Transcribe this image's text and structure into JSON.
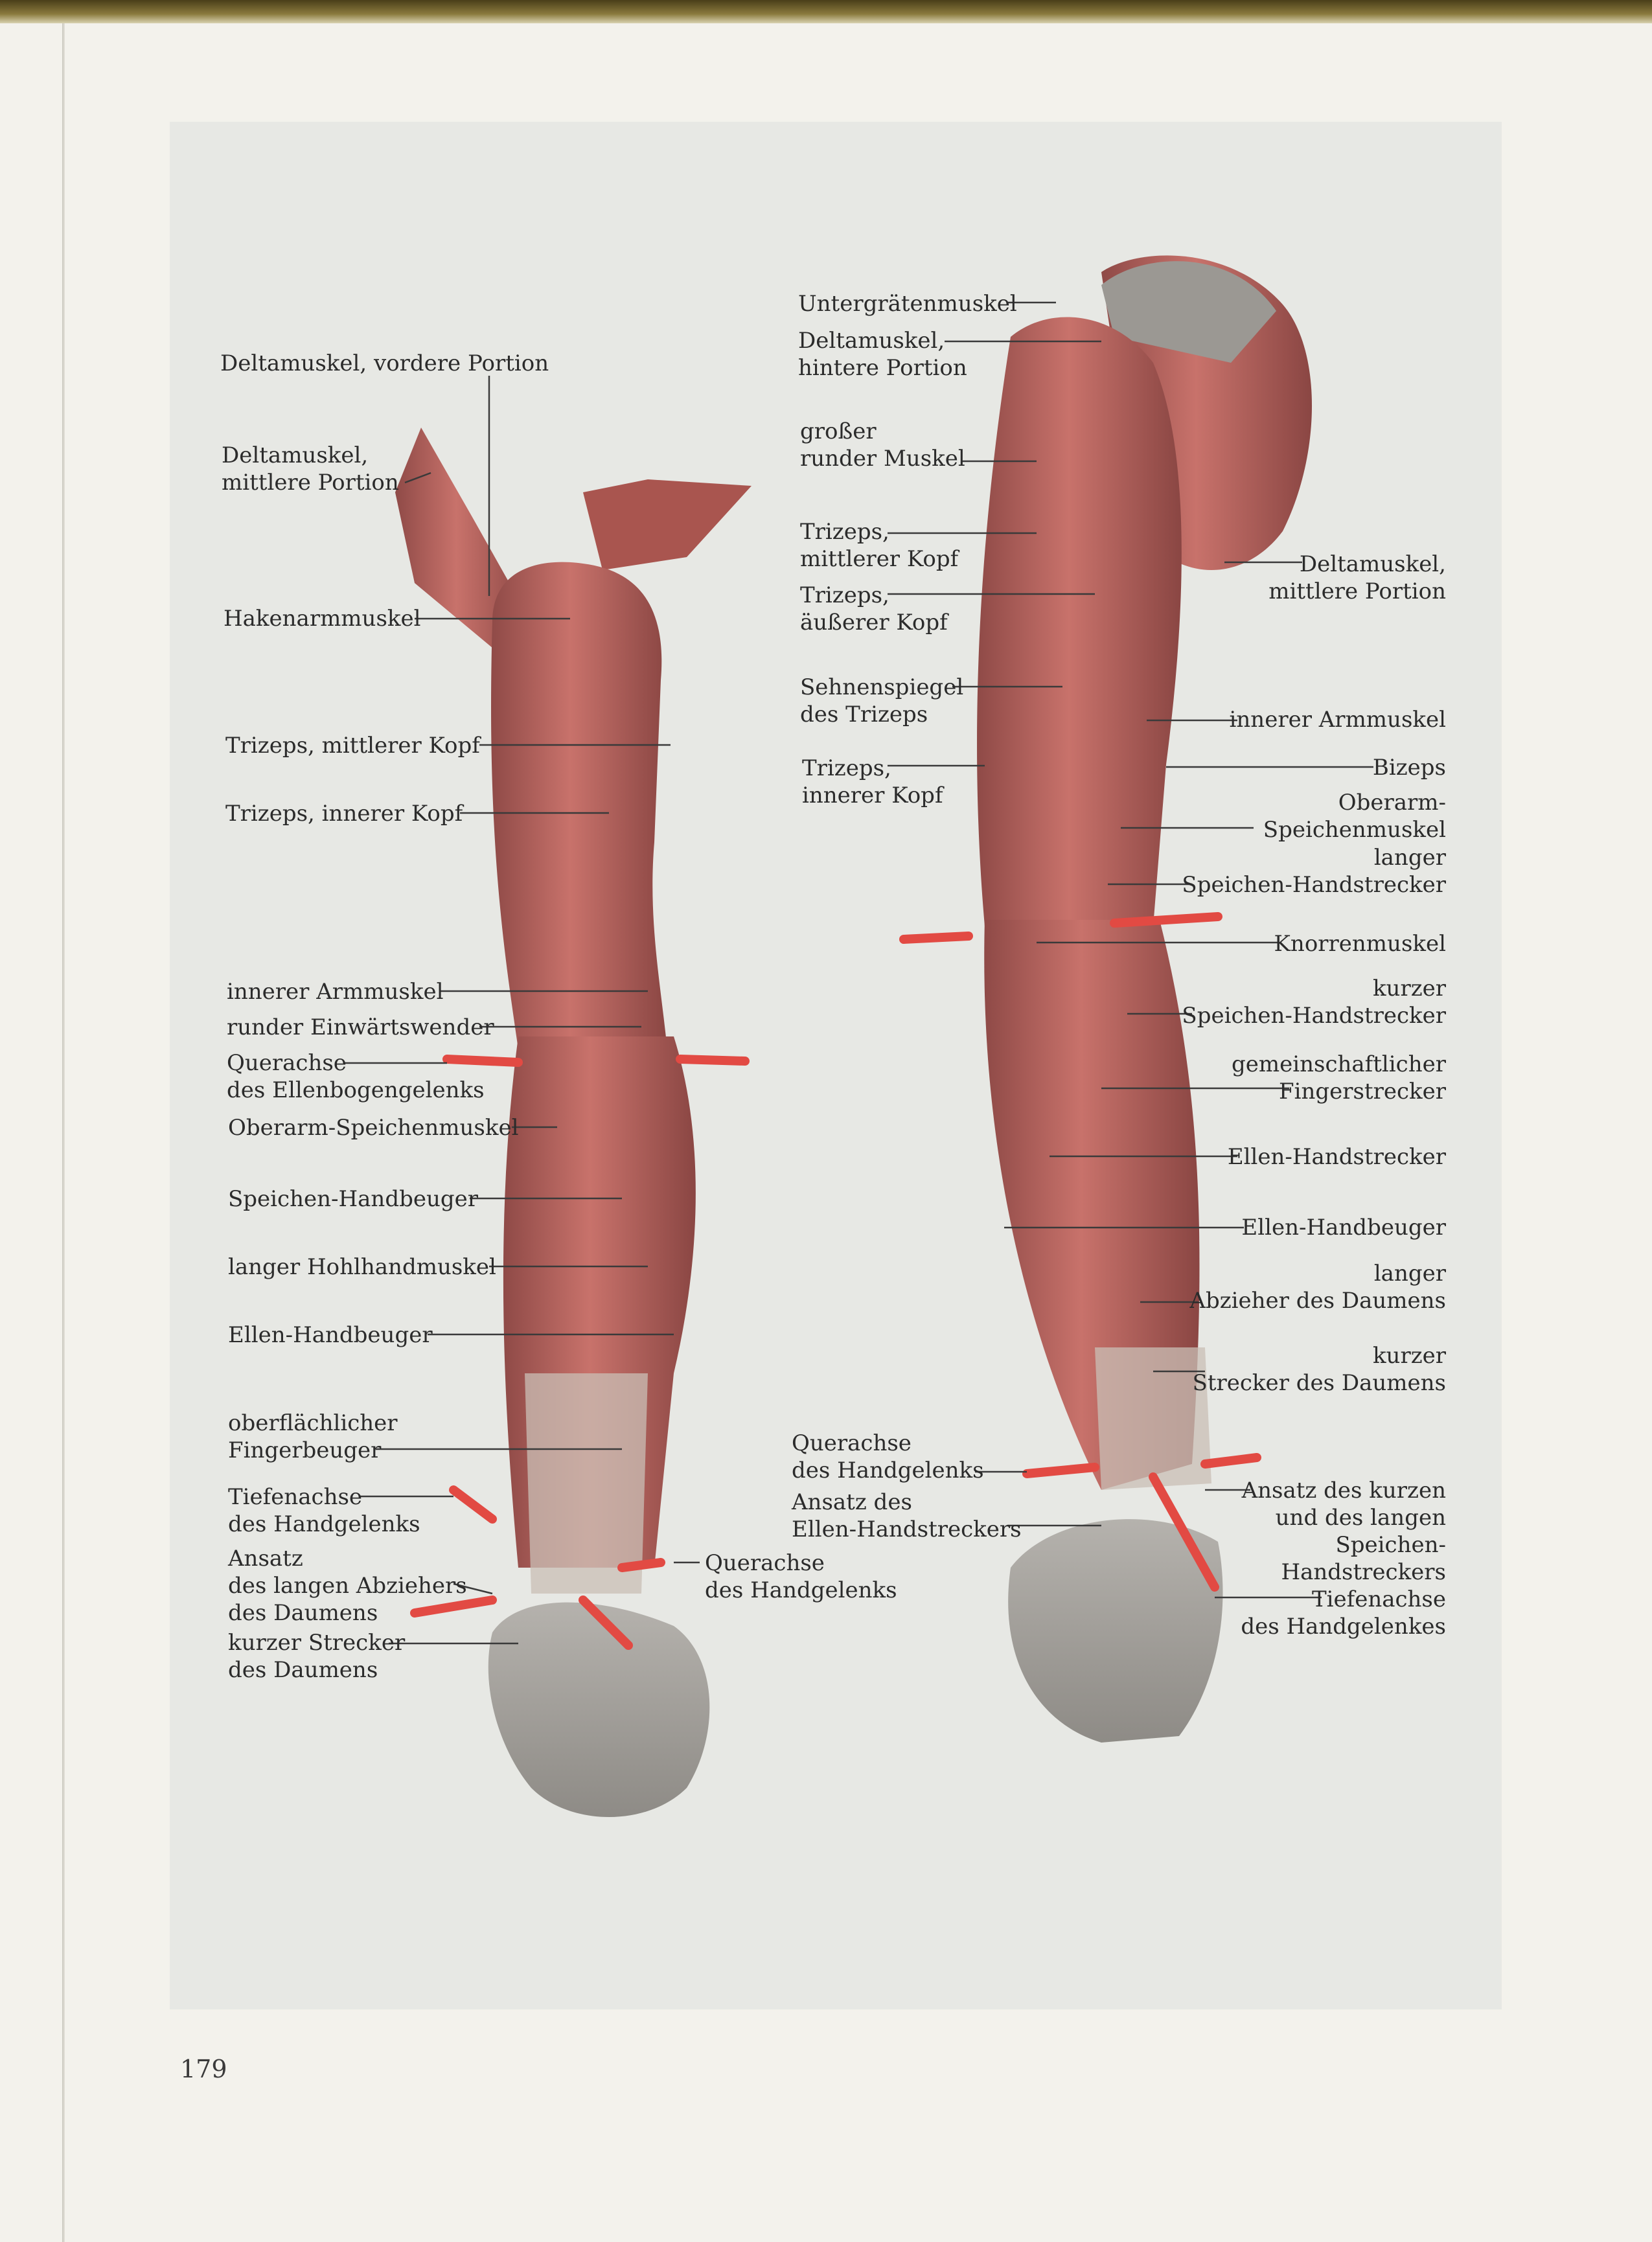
{
  "page_number": "179",
  "left_view_labels": {
    "delta_front": "Deltamuskel, vordere Portion",
    "delta_mid": "Deltamuskel,\nmittlere Portion",
    "haken": "Hakenarmmuskel",
    "triz_mid": "Trizeps, mittlerer Kopf",
    "triz_inner": "Trizeps, innerer Kopf",
    "inner_arm": "innerer Armmuskel",
    "einwaerts": "runder Einwärtswender",
    "querachse_elbow": "Querachse\ndes Ellenbogengelenks",
    "oberarm_speichen": "Oberarm-Speichenmuskel",
    "speichen_beuger": "Speichen-Handbeuger",
    "hohlhand": "langer Hohlhandmuskel",
    "ellen_beuger": "Ellen-Handbeuger",
    "fingerbeuger": "oberflächlicher\nFingerbeuger",
    "tiefenachse": "Tiefenachse\ndes Handgelenks",
    "ansatz_abzieher": "Ansatz\ndes langen Abziehers\ndes Daumens",
    "kurzer_strecker": "kurzer Strecker\ndes Daumens",
    "querachse_wrist": "Querachse\ndes Handgelenks"
  },
  "right_view_labels": {
    "untergraeten": "Untergrätenmuskel",
    "delta_back": "Deltamuskel,\nhintere Portion",
    "grosser_runder": "großer\nrunder Muskel",
    "triz_mid": "Trizeps,\nmittlerer Kopf",
    "triz_outer": "Trizeps,\näußerer Kopf",
    "sehnenspiegel": "Sehnenspiegel\ndes Trizeps",
    "triz_inner": "Trizeps,\ninnerer Kopf",
    "delta_mid": "Deltamuskel,\nmittlere Portion",
    "inner_arm": "innerer Armmuskel",
    "bizeps": "Bizeps",
    "oberarm_speichen": "Oberarm-\nSpeichenmuskel",
    "langer_speichen": "langer\nSpeichen-Handstrecker",
    "knorren": "Knorrenmuskel",
    "kurzer_speichen": "kurzer\nSpeichen-Handstrecker",
    "fingerstrecker": "gemeinschaftlicher\nFingerstrecker",
    "ellen_strecker": "Ellen-Handstrecker",
    "ellen_beuger": "Ellen-Handbeuger",
    "langer_abzieher": "langer\nAbzieher des Daumens",
    "kurzer_strecker": "kurzer\nStrecker des Daumens",
    "querachse_wrist": "Querachse\ndes Handgelenks",
    "ansatz_ellen": "Ansatz des\nEllen-Handstreckers",
    "ansatz_speichen": "Ansatz des kurzen\nund des langen\nSpeichen-\nHandstreckers",
    "tiefenachse": "Tiefenachse\ndes Handgelenkes"
  },
  "colors": {
    "muscle": "#b7615c",
    "muscle_highlight": "#e0584f",
    "tendon": "#cfc7be",
    "hand": "#a9a7a2",
    "axis_line": "#e24a43",
    "leader": "#3a3a3a"
  }
}
